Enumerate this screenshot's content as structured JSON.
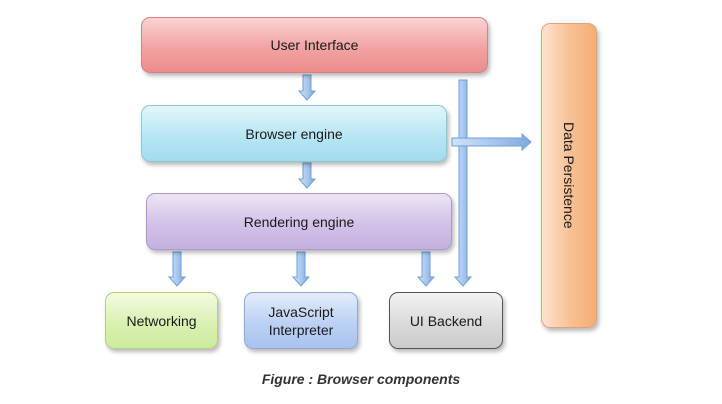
{
  "diagram": {
    "components": {
      "user_interface": "User  Interface",
      "browser_engine": "Browser engine",
      "rendering_engine": "Rendering engine",
      "networking": "Networking",
      "javascript_interpreter_line1": "JavaScript",
      "javascript_interpreter_line2": "Interpreter",
      "ui_backend": "UI Backend",
      "data_persistence": "Data Persistence"
    },
    "colors": {
      "user_interface": "#f2a3a3",
      "browser_engine": "#b7e6f3",
      "rendering_engine": "#d2c2e8",
      "networking": "#daf1b2",
      "javascript_interpreter": "#bcd1f3",
      "ui_backend": "#dadada",
      "data_persistence": "#f8bf92",
      "arrow": "#6f9fd6"
    },
    "caption": "Figure : Browser components"
  }
}
